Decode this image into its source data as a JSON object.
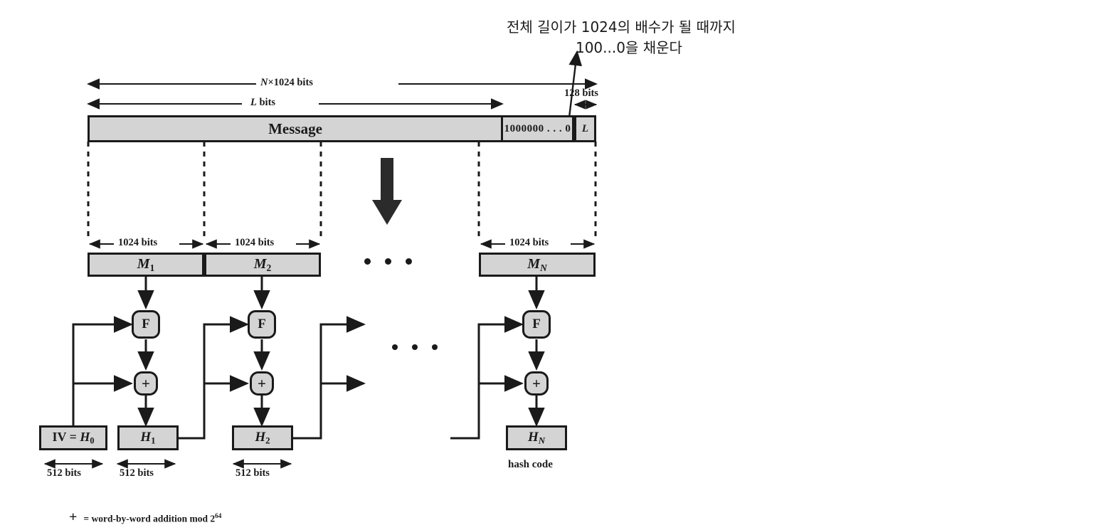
{
  "figure": {
    "annotation": {
      "line1": "전체 길이가 1024의 배수가 될 때까지",
      "line2": "100...0을 채운다"
    },
    "top_measures": {
      "total": "N×1024 bits",
      "message_len": "L bits",
      "length_field": "128 bits"
    },
    "message_bar": {
      "message": "Message",
      "padding": "1000000 . . . 0",
      "length": "L"
    },
    "block_sizes": {
      "m1": "1024  bits",
      "m2": "1024  bits",
      "mn": "1024  bits"
    },
    "blocks": {
      "m1": "M1",
      "m2": "M2",
      "mn": "MN"
    },
    "nodes": {
      "f": "F",
      "plus": "+"
    },
    "chain": {
      "iv": "IV = H0",
      "h1": "H1",
      "h2": "H2",
      "hn": "HN"
    },
    "chain_sizes": {
      "iv": "512  bits",
      "h1": "512  bits",
      "h2": "512  bits"
    },
    "hash_caption": "hash code",
    "legend": {
      "symbol": "+",
      "text": "= word-by-word addition mod 2",
      "exponent": "64"
    },
    "colors": {
      "block_fill": "#d4d4d4",
      "stroke": "#1a1a1a",
      "background": "#ffffff"
    }
  }
}
